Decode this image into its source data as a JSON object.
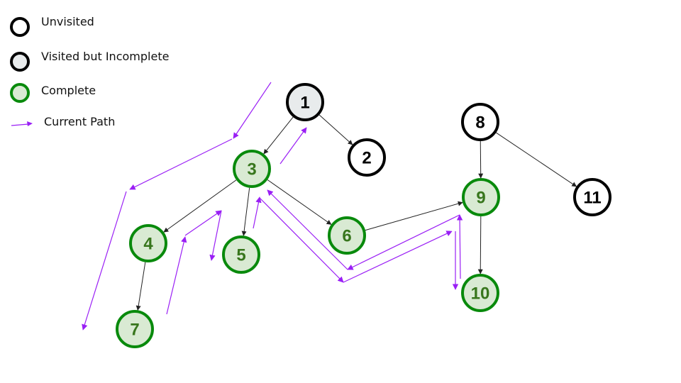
{
  "legend": {
    "items": [
      {
        "key": "unvisited",
        "label": "Unvisited"
      },
      {
        "key": "visited",
        "label": "Visited but Incomplete"
      },
      {
        "key": "complete",
        "label": "Complete"
      },
      {
        "key": "path",
        "label": "Current Path"
      }
    ]
  },
  "styles": {
    "unvisited": {
      "fill": "#ffffff",
      "stroke": "#000000",
      "text": "#000000"
    },
    "visited": {
      "fill": "#e8ebec",
      "stroke": "#000000",
      "text": "#000000"
    },
    "complete": {
      "fill": "#d9ead3",
      "stroke": "#098a0c",
      "text": "#38761d"
    },
    "edge_color": "#222222",
    "path_color": "#9a1ff5"
  },
  "nodes": [
    {
      "id": "1",
      "state": "visited"
    },
    {
      "id": "2",
      "state": "unvisited"
    },
    {
      "id": "3",
      "state": "complete"
    },
    {
      "id": "4",
      "state": "complete"
    },
    {
      "id": "5",
      "state": "complete"
    },
    {
      "id": "6",
      "state": "complete"
    },
    {
      "id": "7",
      "state": "complete"
    },
    {
      "id": "8",
      "state": "unvisited"
    },
    {
      "id": "9",
      "state": "complete"
    },
    {
      "id": "10",
      "state": "complete"
    },
    {
      "id": "11",
      "state": "unvisited"
    }
  ],
  "edges": [
    {
      "from": "1",
      "to": "3"
    },
    {
      "from": "1",
      "to": "2"
    },
    {
      "from": "3",
      "to": "4"
    },
    {
      "from": "3",
      "to": "5"
    },
    {
      "from": "3",
      "to": "6"
    },
    {
      "from": "4",
      "to": "7"
    },
    {
      "from": "6",
      "to": "9"
    },
    {
      "from": "8",
      "to": "9"
    },
    {
      "from": "8",
      "to": "11"
    },
    {
      "from": "9",
      "to": "10"
    }
  ]
}
